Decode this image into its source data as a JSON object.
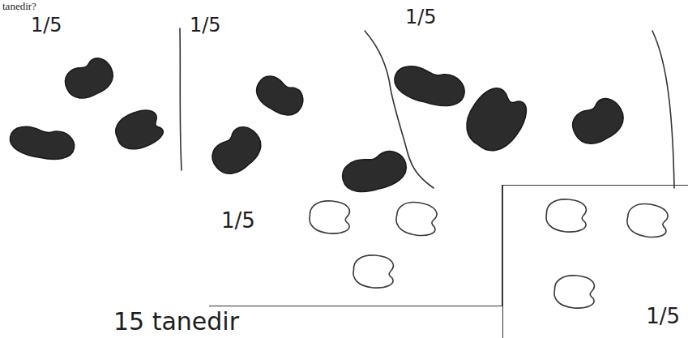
{
  "diagram": {
    "nodes": [
      {
        "text": [
          "1/5"
        ]
      },
      {
        "text": [
          "1/5"
        ]
      }
    ],
    "labels": [
      "tanedir?",
      "1/5",
      "1/5",
      "1/5",
      "15 tanedir"
    ]
  }
}
